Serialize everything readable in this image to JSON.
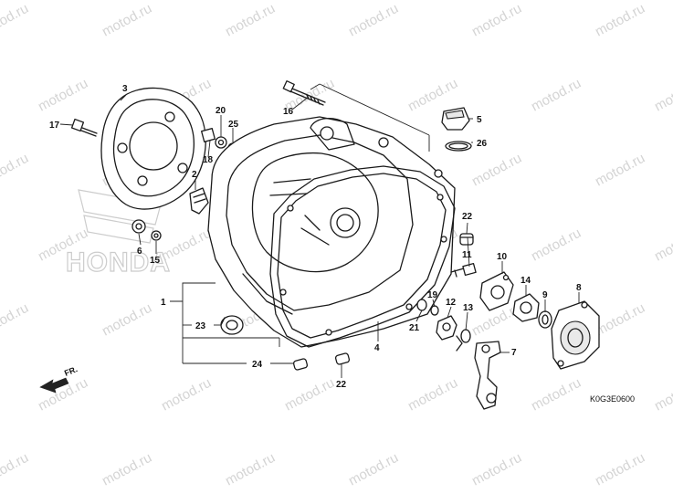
{
  "watermark_text": "motod.ru",
  "brand_mark": "HONDA",
  "diagram_code": "K0G3E0600",
  "direction_label": "FR.",
  "callouts": {
    "c1": "1",
    "c2": "2",
    "c3": "3",
    "c4": "4",
    "c5": "5",
    "c6": "6",
    "c7": "7",
    "c8": "8",
    "c9": "9",
    "c10": "10",
    "c11": "11",
    "c12": "12",
    "c13": "13",
    "c14": "14",
    "c15": "15",
    "c16": "16",
    "c17": "17",
    "c18": "18",
    "c19": "19",
    "c20": "20",
    "c21": "21",
    "c22a": "22",
    "c22b": "22",
    "c23": "23",
    "c24": "24",
    "c25": "25",
    "c26": "26"
  },
  "colors": {
    "line": "#1a1a1a",
    "watermark": "#d4d4d4"
  }
}
